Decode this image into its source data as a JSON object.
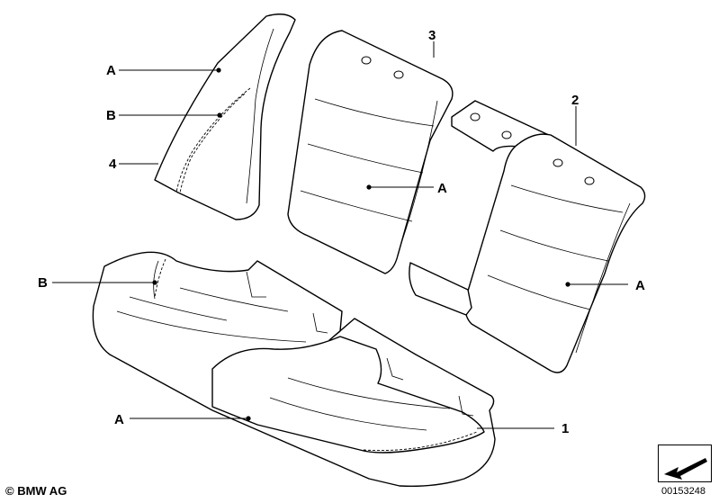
{
  "callouts": {
    "part_1": "1",
    "part_2": "2",
    "part_3": "3",
    "part_4": "4",
    "side_bolster_label": "A",
    "side_bolster_seam_label": "B",
    "backrest_center_label": "A",
    "backrest_right_label": "A",
    "cushion_seam_label": "B",
    "cushion_label": "A"
  },
  "footer": {
    "copyright": "© BMW AG",
    "diagram_number": "00153248"
  },
  "icons": {
    "navigation": "diagonal-arrow-icon"
  }
}
